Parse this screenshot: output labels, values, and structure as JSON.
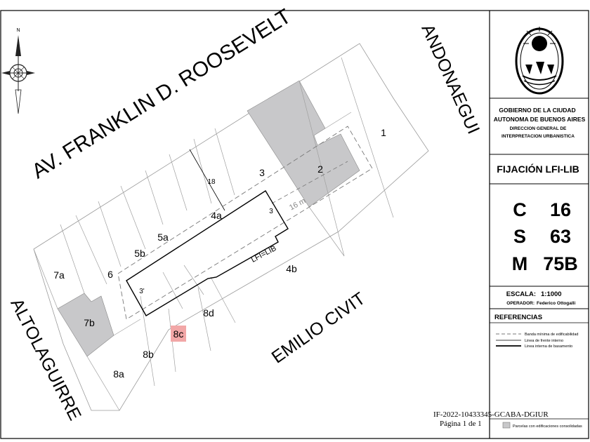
{
  "streets": {
    "north": "AV. FRANKLIN D. ROOSEVELT",
    "east": "ANDONAEGUI",
    "south": "EMILIO CIVIT",
    "west": "ALTOLAGUIRRE"
  },
  "compass": {
    "north_label": "N"
  },
  "parcels": [
    {
      "id": "1",
      "label": "1",
      "consolidated": false,
      "highlight": false
    },
    {
      "id": "2",
      "label": "2",
      "consolidated": true,
      "highlight": false
    },
    {
      "id": "3",
      "label": "3",
      "consolidated": false,
      "highlight": false
    },
    {
      "id": "4a",
      "label": "4a",
      "consolidated": false,
      "highlight": false
    },
    {
      "id": "4b",
      "label": "4b",
      "consolidated": false,
      "highlight": false
    },
    {
      "id": "5a",
      "label": "5a",
      "consolidated": false,
      "highlight": false
    },
    {
      "id": "5b",
      "label": "5b",
      "consolidated": false,
      "highlight": false
    },
    {
      "id": "6",
      "label": "6",
      "consolidated": false,
      "highlight": false
    },
    {
      "id": "7a",
      "label": "7a",
      "consolidated": false,
      "highlight": false
    },
    {
      "id": "7b",
      "label": "7b",
      "consolidated": true,
      "highlight": false
    },
    {
      "id": "8a",
      "label": "8a",
      "consolidated": false,
      "highlight": false
    },
    {
      "id": "8b",
      "label": "8b",
      "consolidated": false,
      "highlight": false
    },
    {
      "id": "8c",
      "label": "8c",
      "consolidated": false,
      "highlight": true
    },
    {
      "id": "8d",
      "label": "8d",
      "consolidated": false,
      "highlight": false
    }
  ],
  "dimensions": {
    "depth_label": "18",
    "band_label": "16 m",
    "offset_label_a": "3",
    "offset_label_b": "3'",
    "lfi_label": "LFI=LIB"
  },
  "colors": {
    "consolidated": "#c8c8ca",
    "highlight": "#f2a7a7"
  },
  "sidebar": {
    "org_line1": "GOBIERNO DE LA CIUDAD",
    "org_line2": "AUTONOMA DE BUENOS AIRES",
    "dept_line1": "DIRECCION GENERAL DE",
    "dept_line2": "INTERPRETACION URBANISTICA",
    "doc_title": "FIJACIÓN LFI-LIB",
    "circ_letter": "C",
    "circ_value": "16",
    "sec_letter": "S",
    "sec_value": "63",
    "manz_letter": "M",
    "manz_value": "75B",
    "scale_label": "ESCALA:",
    "scale_value": "1:1000",
    "operator_label": "OPERADOR:",
    "operator_value": "Federico Ottogalli",
    "refs_title": "REFERENCIAS",
    "legend": [
      {
        "type": "dashed",
        "label": "Banda mínima de edificabilidad"
      },
      {
        "type": "thin",
        "label": "Linea de frente interno"
      },
      {
        "type": "thick",
        "label": "Linea interna de basamento"
      }
    ],
    "legend_box_label": "Parcelas con edificaciones consolidadas"
  },
  "footer": {
    "doc_number": "IF-2022-10433345-GCABA-DGIUR",
    "page": "Página 1 de 1"
  }
}
